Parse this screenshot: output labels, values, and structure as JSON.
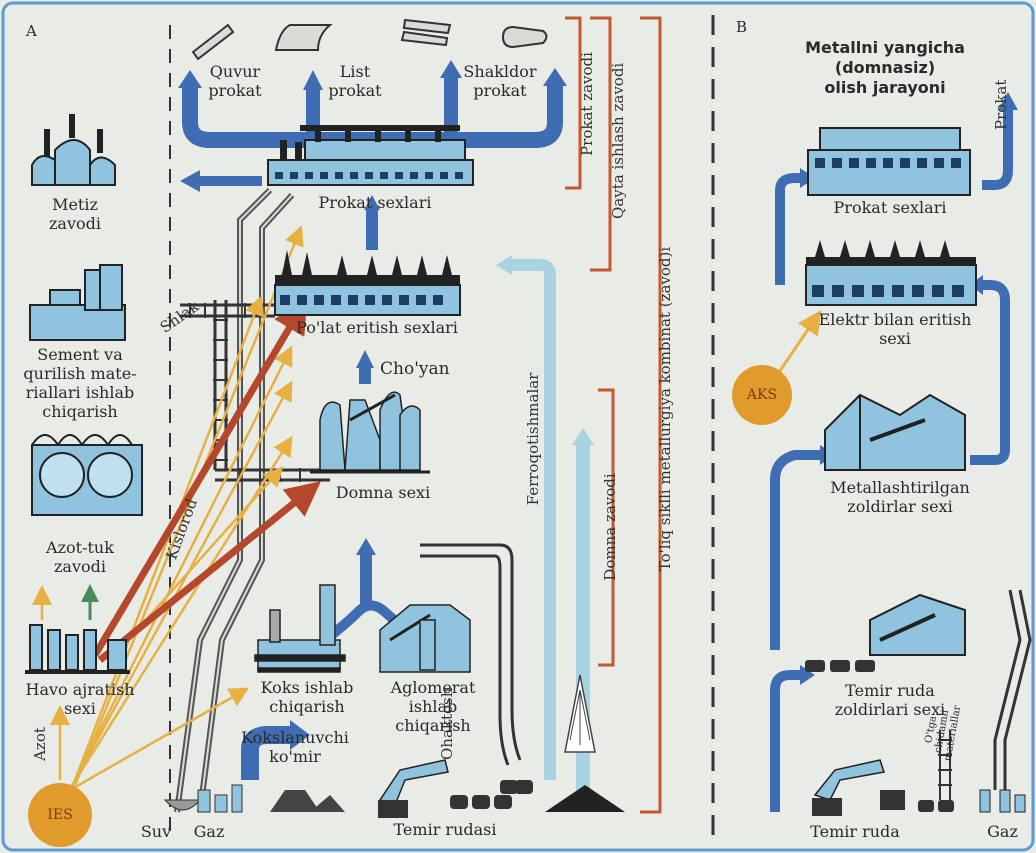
{
  "panel_a": {
    "letter": "A",
    "products": {
      "quvur": "Quvur\nprokat",
      "list": "List\nprokat",
      "shakldor": "Shakldor\nprokat"
    },
    "prokat_sexlari": "Prokat sexlari",
    "polat": "Po'lat eritish sexlari",
    "choyan": "Cho'yan",
    "domna_sexi": "Domna sexi",
    "koks": "Koks ishlab\nchiqarish",
    "aglomerat": "Aglomerat\nishlab\nchiqarish",
    "kokslanuvchi": "Kokslanuvchi\nko'mir",
    "ohaktosh": "Ohaktosh",
    "temir_rudasi": "Temir rudasi",
    "suv": "Suv",
    "gaz": "Gaz",
    "ies": "IES",
    "azot": "Azot",
    "kislorod": "Kislorod",
    "shlak": "Shlak",
    "ferro": "Ferroqotishmalar",
    "metiz": "Metiz\nzavodi",
    "sement": "Sement va\nqurilish mate-\nriallari ishlab\nchiqarish",
    "azot_tuk": "Azot-tuk\nzavodi",
    "havo": "Havo ajratish\nsexi",
    "bracket_prokat": "Prokat zavodi",
    "bracket_qayta": "Qayta ishlash zavodi",
    "bracket_toliq": "To'liq siklli metallurgiya kombinat (zavod)i",
    "bracket_domna": "Domna zavodi"
  },
  "panel_b": {
    "letter": "B",
    "title": "Metallni yangicha\n(domnasiz)\nolish jarayoni",
    "prokat": "Prokat",
    "prokat_sexlari": "Prokat sexlari",
    "elektr": "Elektr bilan eritish\nsexi",
    "aks": "AKS",
    "metall": "Metallashtirilgan\nzoldirlar sexi",
    "temir_ruda_zoldir": "Temir ruda\nzoldirlari sexi",
    "otga": "O'tga\nchidamli\nmateriallar",
    "temir_ruda": "Temir ruda",
    "gaz": "Gaz"
  },
  "colors": {
    "blue_arrow": "#3f6db4",
    "light_arrow": "#a9d3e0",
    "orange_arrow": "#e6b043",
    "red_arrow": "#b5482c",
    "building": "#8fc3de",
    "bracket": "#c25a2f",
    "frame": "#5b9bd5",
    "sun": "#e19a2c"
  }
}
